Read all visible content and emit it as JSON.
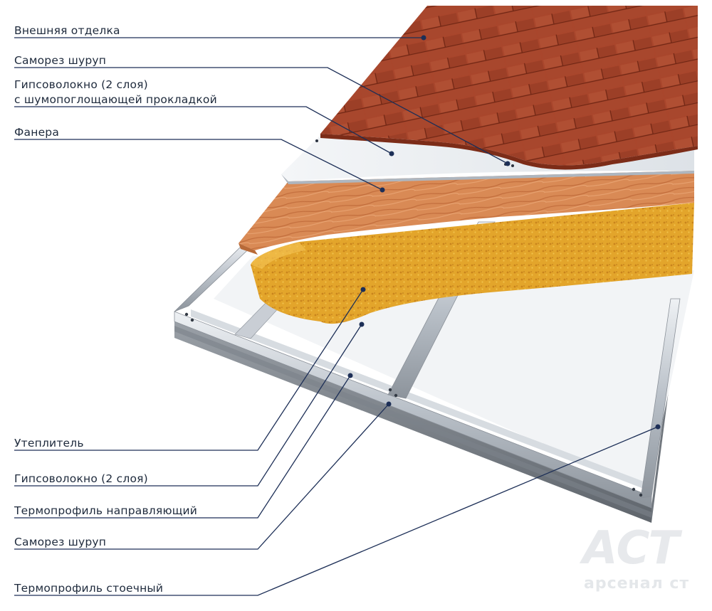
{
  "labels": [
    "Внешняя отделка",
    "Саморез шуруп",
    "Гипсоволокно (2 слоя)",
    "с шумопоглощающей прокладкой",
    "Фанера",
    "Утеплитель",
    "Гипсоволокно (2 слоя)",
    "Термопрофиль направляющий",
    "Саморез шуруп",
    "Термопрофиль стоечный"
  ],
  "logo": {
    "mark": "АСТ",
    "text": "арсенал ст"
  },
  "colors": {
    "leader": "#1d2f57",
    "finish": "#a6442a",
    "finish_dark": "#7c2c18",
    "gypsum": "#e4e8ec",
    "plywood": "#d88a54",
    "insulation": "#e1a32a",
    "steel": "#c4cad2"
  }
}
